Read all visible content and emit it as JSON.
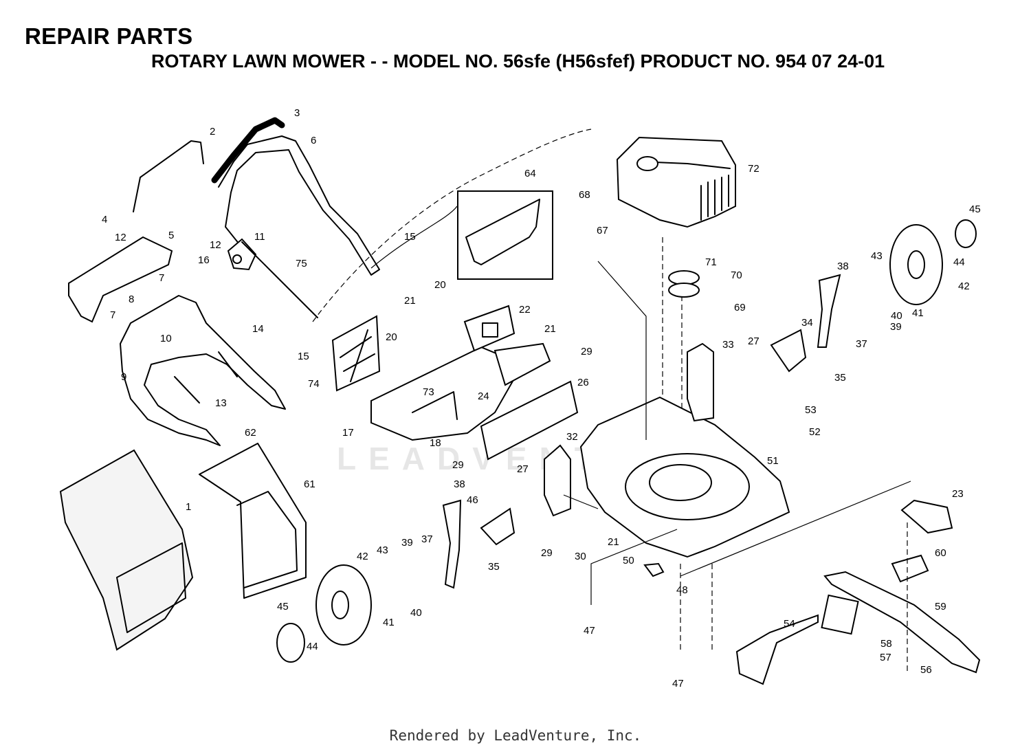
{
  "header": {
    "title": "REPAIR PARTS",
    "subtitle": "ROTARY LAWN MOWER - - MODEL NO. 56sfe (H56sfef) PRODUCT NO. 954 07 24-01"
  },
  "watermark": "LEADVENTURE",
  "footer": "Rendered by LeadVenture, Inc.",
  "callouts": [
    "2",
    "3",
    "6",
    "4",
    "12",
    "5",
    "12",
    "11",
    "16",
    "75",
    "7",
    "8",
    "7",
    "10",
    "14",
    "15",
    "15",
    "9",
    "13",
    "62",
    "1",
    "61",
    "20",
    "21",
    "22",
    "21",
    "29",
    "20",
    "74",
    "73",
    "17",
    "18",
    "24",
    "26",
    "29",
    "64",
    "68",
    "67",
    "72",
    "71",
    "70",
    "69",
    "33",
    "27",
    "38",
    "34",
    "37",
    "39",
    "35",
    "45",
    "44",
    "42",
    "43",
    "40",
    "41",
    "53",
    "52",
    "51",
    "32",
    "27",
    "29",
    "30",
    "21",
    "38",
    "46",
    "37",
    "39",
    "35",
    "42",
    "43",
    "41",
    "40",
    "45",
    "44",
    "50",
    "48",
    "47",
    "47",
    "23",
    "60",
    "59",
    "54",
    "58",
    "57",
    "56"
  ]
}
